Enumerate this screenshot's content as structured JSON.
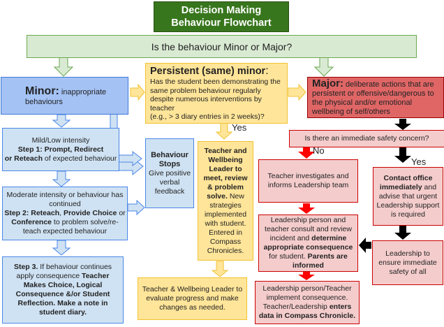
{
  "title": {
    "line1": "Decision Making",
    "line2": "Behaviour Flowchart"
  },
  "question": "Is the behaviour Minor or Major?",
  "minor": {
    "heading": "Minor:",
    "text": " inappropriate behaviours"
  },
  "persistent": {
    "heading": "Persistent (same) minor",
    "colon": ":",
    "text": "Has the student been demonstrating the same problem behaviour regularly despite numerous interventions by teacher",
    "example": "(e.g., > 3 diary entries in 2 weeks)?"
  },
  "major": {
    "heading": "Major:",
    "text": " deliberate actions that are persistent or offensive/dangerous to the physical and/or emotional wellbeing of self/others"
  },
  "step1": {
    "intro": "Mild/Low intensity",
    "b1": "Step 1:  Prompt, Redirect",
    "b2": "or Reteach",
    "rest": " of expected behaviour"
  },
  "step2": {
    "intro": "Moderate intensity or behaviour has continued",
    "b1": "Step 2: Reteach",
    "t1": ", ",
    "b2": "Provide Choice",
    "t2": " or ",
    "b3": "Conference",
    "rest": " to problem solve/re-teach expected behaviour"
  },
  "step3": {
    "t1": "Step 3.",
    "t2": " If behaviour continues apply consequence ",
    "b": "Teacher Makes Choice, Logical Consequence &/or Student Reflection. Make a note in student diary."
  },
  "stops": {
    "heading": "Behaviour Stops",
    "text": "Give positive verbal feedback"
  },
  "teacher_leader": {
    "bold": "Teacher and Wellbeing Leader to meet, review & problem solve.",
    "text": " New strategies implemented with student. Entered in Compass Chronicles."
  },
  "evaluate": "Teacher & Wellbeing Leader to evaluate progress and make changes as needed.",
  "safety": "Is there an immediate safety concern?",
  "investigate": "Teacher investigates and informs Leadership team",
  "consult": {
    "t1": "Leadership person and teacher consult and review incident and ",
    "b1": "determine appropriate consequence",
    "t2": " for student. ",
    "b2": "Parents are informed"
  },
  "implement": {
    "t1": "Leadership person/Teacher implement consequence. Teacher/Leadership ",
    "b": "enters data in Compass Chronicle."
  },
  "contact": {
    "b": "Contact office immediately",
    "t": " and advise that urgent Leadership support is required"
  },
  "ensure": "Leadership to ensure immediate safety of all",
  "labels": {
    "yes1": "Yes",
    "no": "No",
    "yes2": "Yes"
  },
  "colors": {
    "green_title": "#38761d",
    "arrow_red": "#ff0000",
    "arrow_black": "#000000"
  }
}
